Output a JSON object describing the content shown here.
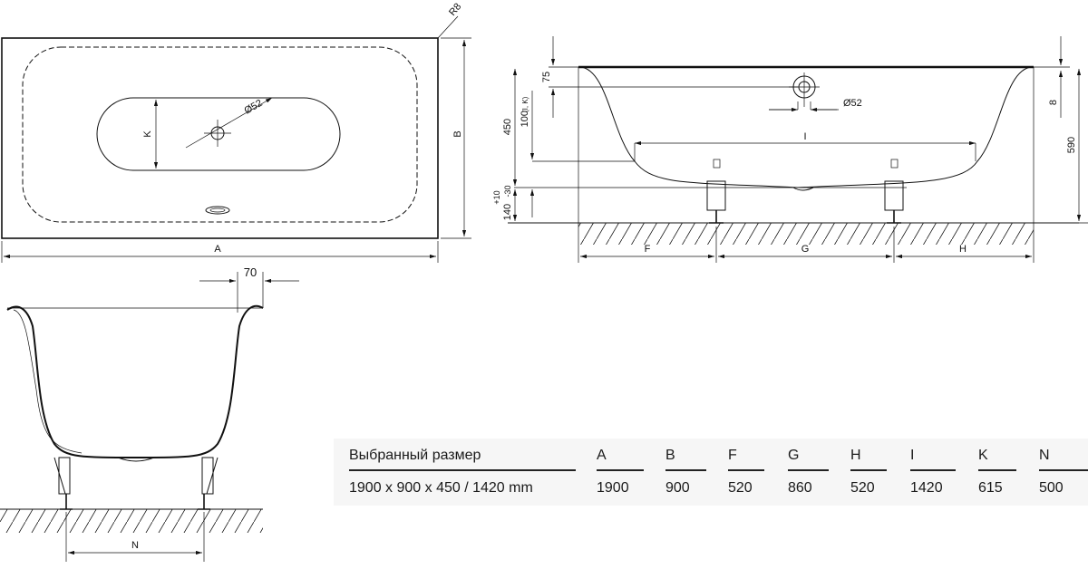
{
  "top_view": {
    "dim_a": "A",
    "dim_b": "B",
    "dim_k": "K",
    "radius": "R8",
    "drain_diameter": "Ø52"
  },
  "side_view": {
    "dim_75": "75",
    "dim_450": "450",
    "dim_100": "100",
    "dim_100_note": "(I, K)",
    "dim_tol_plus": "+10",
    "dim_tol_minus": "-30",
    "dim_140": "140",
    "dim_i": "I",
    "dim_overflow": "Ø52",
    "dim_8": "8",
    "dim_590": "590",
    "dim_f": "F",
    "dim_g": "G",
    "dim_h": "H"
  },
  "section_view": {
    "dim_70": "70",
    "dim_n": "N"
  },
  "table": {
    "headers": [
      "Выбранный размер",
      "A",
      "B",
      "F",
      "G",
      "H",
      "I",
      "K",
      "N"
    ],
    "values": [
      "1900 x 900 x 450 / 1420 mm",
      "1900",
      "900",
      "520",
      "860",
      "520",
      "1420",
      "615",
      "500"
    ]
  }
}
